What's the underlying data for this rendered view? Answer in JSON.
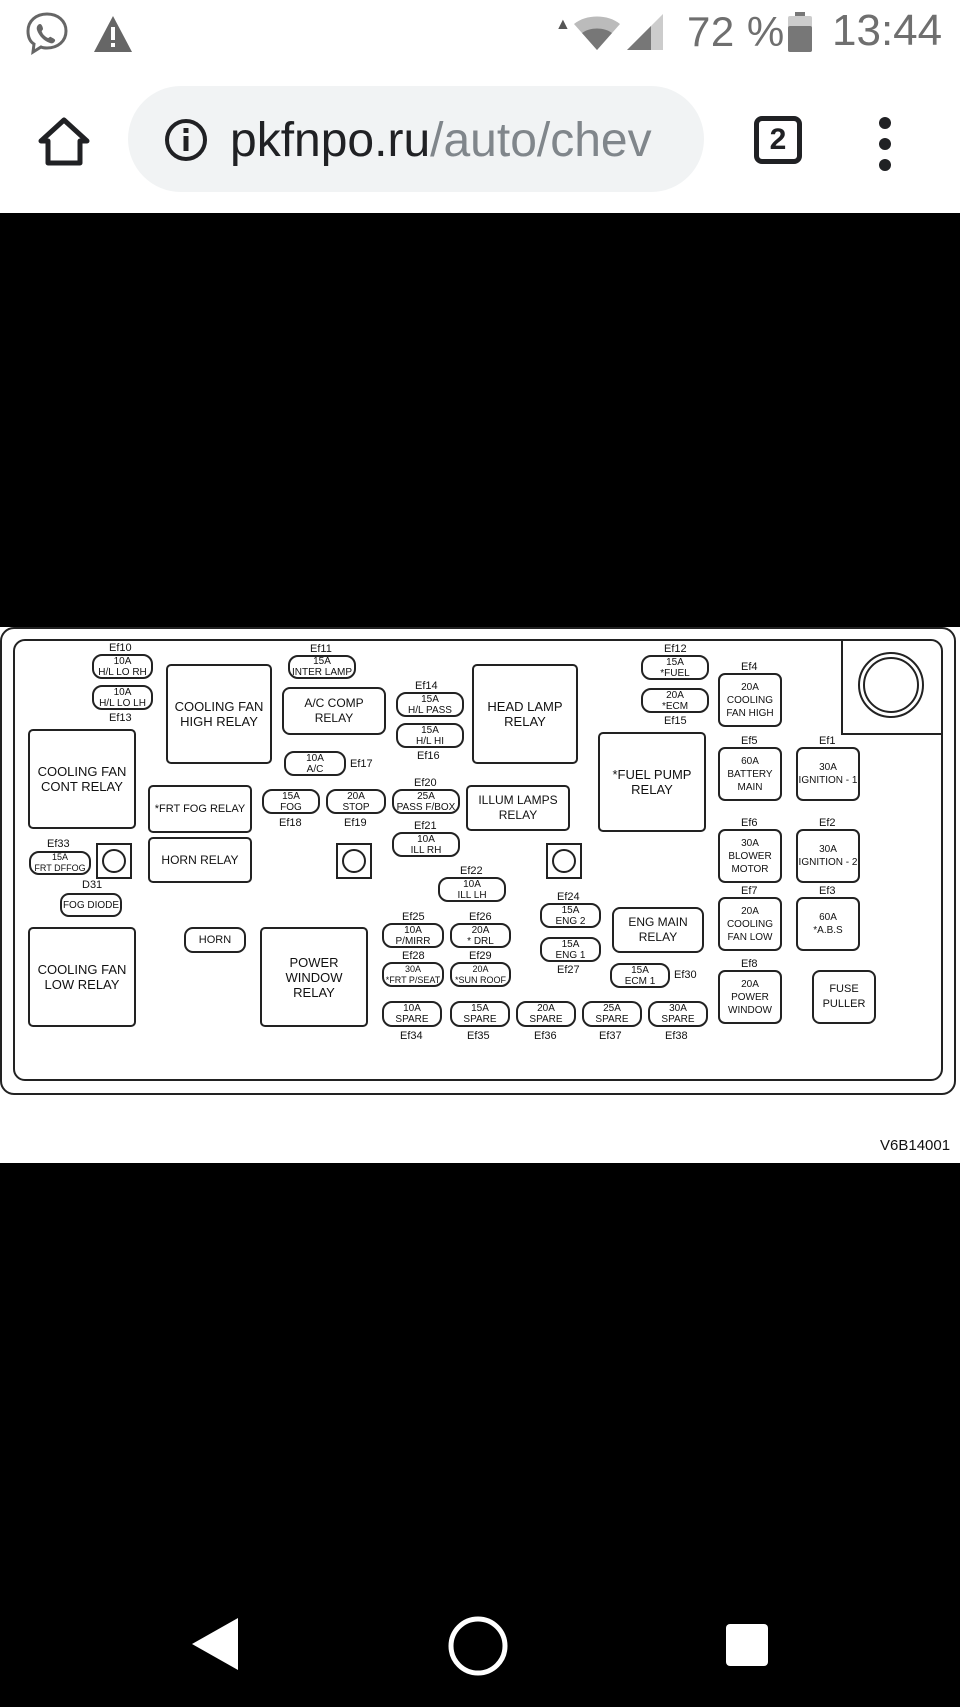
{
  "status_bar": {
    "battery_percent": "72 %",
    "time": "13:44"
  },
  "browser": {
    "url_host": "pkfnpo.ru",
    "url_path": "/auto/chev",
    "tab_count": "2"
  },
  "diagram": {
    "figure_code": "V6B14001",
    "relays": [
      {
        "id": "r-cooling-fan-high",
        "text": "COOLING FAN\nHIGH RELAY"
      },
      {
        "id": "r-ac-comp",
        "text": "A/C COMP RELAY"
      },
      {
        "id": "r-head-lamp",
        "text": "HEAD LAMP\nRELAY"
      },
      {
        "id": "r-cooling-fan-cont",
        "text": "COOLING FAN\nCONT RELAY"
      },
      {
        "id": "r-frt-fog",
        "text": "*FRT FOG RELAY"
      },
      {
        "id": "r-illum-lamps",
        "text": "ILLUM LAMPS\nRELAY"
      },
      {
        "id": "r-fuel-pump",
        "text": "*FUEL PUMP\nRELAY"
      },
      {
        "id": "r-horn-relay",
        "text": "HORN RELAY"
      },
      {
        "id": "r-horn",
        "text": "HORN"
      },
      {
        "id": "r-cooling-fan-low",
        "text": "COOLING FAN\nLOW RELAY"
      },
      {
        "id": "r-power-window",
        "text": "POWER WINDOW\nRELAY"
      },
      {
        "id": "r-eng-main",
        "text": "ENG MAIN\nRELAY"
      },
      {
        "id": "r-fuse-puller",
        "text": "FUSE\nPULLER"
      },
      {
        "id": "r-fog-diode",
        "text": "FOG DIODE"
      }
    ],
    "fuses": [
      {
        "id": "Ef10",
        "label": "Ef10",
        "text": "10A\nH/L LO RH"
      },
      {
        "id": "Ef13",
        "label": "Ef13",
        "text": "10A\nH/L LO LH"
      },
      {
        "id": "Ef11",
        "label": "Ef11",
        "text": "15A\nINTER LAMP"
      },
      {
        "id": "Ef14",
        "label": "Ef14",
        "text": "15A\nH/L PASS"
      },
      {
        "id": "Ef16",
        "label": "Ef16",
        "text": "15A\nH/L HI"
      },
      {
        "id": "Ef17",
        "label": "Ef17",
        "text": "10A\nA/C"
      },
      {
        "id": "Ef18",
        "label": "Ef18",
        "text": "15A\nFOG"
      },
      {
        "id": "Ef19",
        "label": "Ef19",
        "text": "20A\nSTOP"
      },
      {
        "id": "Ef20",
        "label": "Ef20",
        "text": "25A\nPASS F/BOX"
      },
      {
        "id": "Ef21",
        "label": "Ef21",
        "text": "10A\nILL RH"
      },
      {
        "id": "Ef22",
        "label": "Ef22",
        "text": "10A\nILL LH"
      },
      {
        "id": "Ef33",
        "label": "Ef33",
        "text": "15A\nFRT DFFOG"
      },
      {
        "id": "Ef12",
        "label": "Ef12",
        "text": "15A\n*FUEL"
      },
      {
        "id": "Ef15",
        "label": "Ef15",
        "text": "20A\n*ECM"
      },
      {
        "id": "Ef24",
        "label": "Ef24",
        "text": "15A\nENG 2"
      },
      {
        "id": "Ef27",
        "label": "Ef27",
        "text": "15A\nENG 1"
      },
      {
        "id": "Ef25",
        "label": "Ef25",
        "text": "10A\nP/MIRR"
      },
      {
        "id": "Ef26",
        "label": "Ef26",
        "text": "20A\n* DRL"
      },
      {
        "id": "Ef28",
        "label": "Ef28",
        "text": "30A\n*FRT P/SEAT"
      },
      {
        "id": "Ef29",
        "label": "Ef29",
        "text": "20A\n*SUN ROOF"
      },
      {
        "id": "Ef30",
        "label": "Ef30",
        "text": "15A\nECM 1"
      },
      {
        "id": "Ef34",
        "label": "Ef34",
        "text": "10A\nSPARE"
      },
      {
        "id": "Ef35",
        "label": "Ef35",
        "text": "15A\nSPARE"
      },
      {
        "id": "Ef36",
        "label": "Ef36",
        "text": "20A\nSPARE"
      },
      {
        "id": "Ef37",
        "label": "Ef37",
        "text": "25A\nSPARE"
      },
      {
        "id": "Ef38",
        "label": "Ef38",
        "text": "30A\nSPARE"
      }
    ],
    "maxi_fuses": [
      {
        "id": "Ef4",
        "label": "Ef4",
        "text": "20A\nCOOLING\nFAN HIGH"
      },
      {
        "id": "Ef5",
        "label": "Ef5",
        "text": "60A\nBATTERY\nMAIN"
      },
      {
        "id": "Ef1",
        "label": "Ef1",
        "text": "30A\nIGNITION - 1"
      },
      {
        "id": "Ef6",
        "label": "Ef6",
        "text": "30A\nBLOWER\nMOTOR"
      },
      {
        "id": "Ef2",
        "label": "Ef2",
        "text": "30A\nIGNITION - 2"
      },
      {
        "id": "Ef7",
        "label": "Ef7",
        "text": "20A\nCOOLING\nFAN LOW"
      },
      {
        "id": "Ef3",
        "label": "Ef3",
        "text": "60A\n*A.B.S"
      },
      {
        "id": "Ef8",
        "label": "Ef8",
        "text": "20A\nPOWER\nWINDOW"
      }
    ],
    "d31_label": "D31"
  }
}
